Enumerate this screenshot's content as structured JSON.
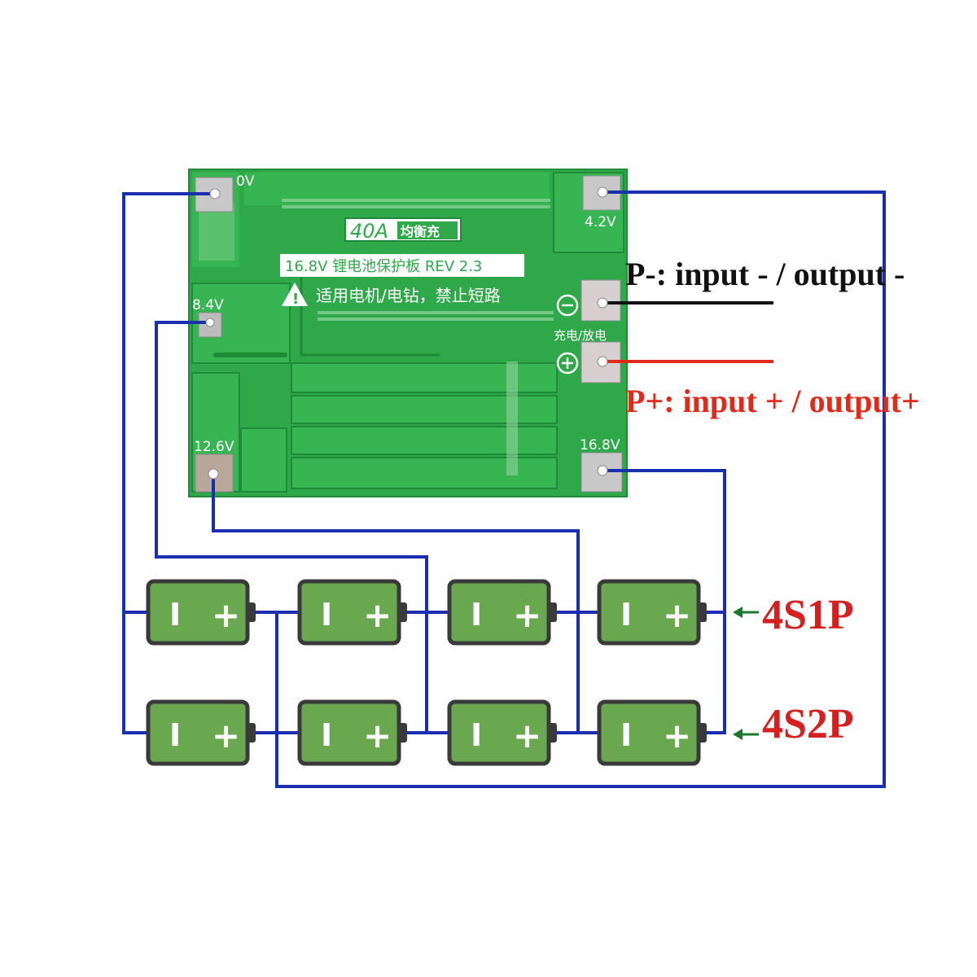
{
  "board": {
    "rating": "40A",
    "rating_suffix": "均衡充",
    "model_line": "16.8V 锂电池保护板 REV 2.3",
    "warning": "适用电机/电钻，禁止短路",
    "charge_discharge": "充电/放电",
    "pad_labels": {
      "zero": "0V",
      "v42": "4.2V",
      "v84": "8.4V",
      "v126": "12.6V",
      "v168": "16.8V"
    }
  },
  "annotations": {
    "p_minus": "P-: input - / output -",
    "p_plus": "P+: input + / output+",
    "config_4s1p": "4S1P",
    "config_4s2p": "4S2P"
  },
  "battery": {
    "minus_symbol": "I",
    "plus_symbol": "+"
  },
  "colors": {
    "wire": "#1a2fb0",
    "board": "#2fa84a",
    "battery_fill": "#6aa84f",
    "battery_border": "#3a3a3a",
    "p_minus_color": "#111111",
    "p_plus_color": "#e02a1a",
    "label_red": "#d62020",
    "arrow_green": "#1a7a2a"
  }
}
